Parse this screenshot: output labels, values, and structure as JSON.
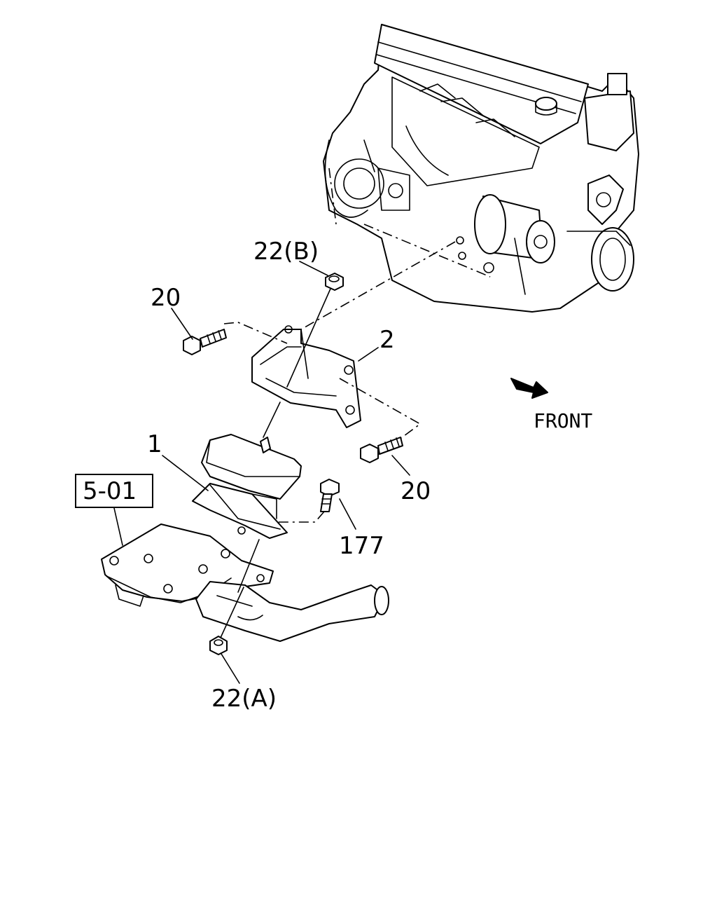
{
  "labels": {
    "p22b": "22(B)",
    "p20_top": "20",
    "p2": "2",
    "p1": "1",
    "ref": "5-01",
    "p20_right": "20",
    "p177": "177",
    "p22a": "22(A)",
    "front": "FRONT"
  },
  "icons": {
    "front_arrow": "front-direction-arrow"
  }
}
